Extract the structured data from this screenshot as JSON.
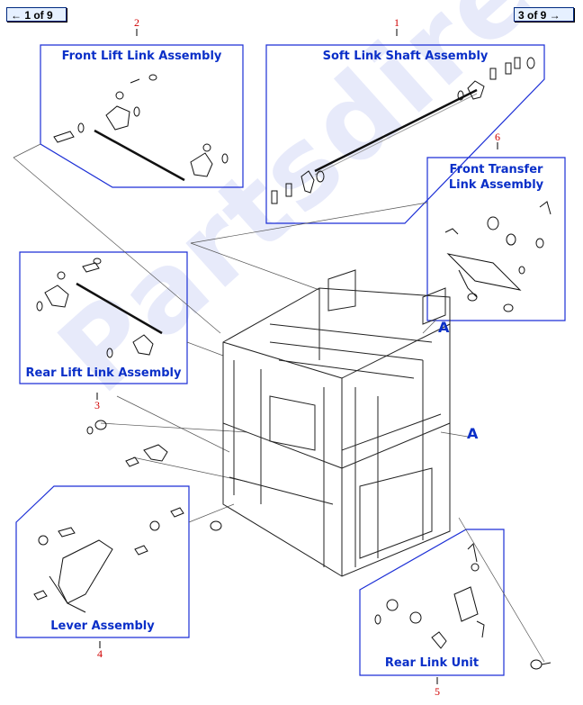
{
  "navigation": {
    "prev_label": "← 1 of 9",
    "next_label": "3 of 9 →"
  },
  "callouts": [
    "1",
    "2",
    "3",
    "4",
    "5",
    "6"
  ],
  "assemblies": {
    "soft_link_shaft": "Soft Link Shaft Assembly",
    "front_lift_link": "Front Lift Link Assembly",
    "front_transfer_line1": "Front Transfer",
    "front_transfer_line2": "Link Assembly",
    "rear_lift_link": "Rear Lift Link Assembly",
    "lever": "Lever Assembly",
    "rear_link_unit": "Rear Link Unit"
  },
  "section_markers": [
    "A",
    "A"
  ],
  "watermark_text": "Partsdirect.com",
  "colors": {
    "label_blue": "#0a2fc8",
    "callout_red": "#d00000",
    "button_bg": "#e6f0ff",
    "watermark": "#8090e6"
  }
}
